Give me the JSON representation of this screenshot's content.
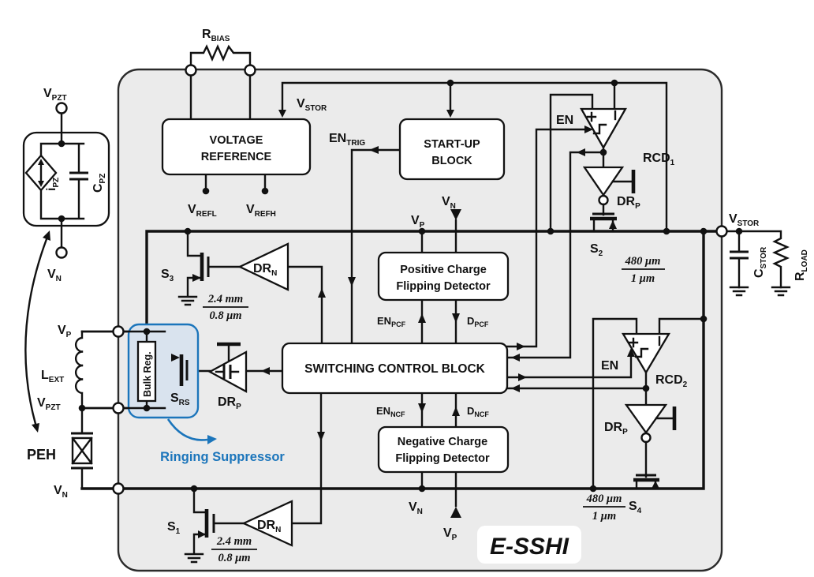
{
  "diagram_title": "E-SSHI",
  "blocks": {
    "voltage_reference": {
      "line1": "VOLTAGE",
      "line2": "REFERENCE"
    },
    "startup_block": {
      "line1": "START-UP",
      "line2": "BLOCK"
    },
    "positive_cfd": {
      "line1": "Positive Charge",
      "line2": "Flipping Detector"
    },
    "switching_control": {
      "label": "SWITCHING CONTROL BLOCK"
    },
    "negative_cfd": {
      "line1": "Negative Charge",
      "line2": "Flipping Detector"
    },
    "bulk_regulator": {
      "label": "Bulk Reg."
    },
    "ringing_suppressor": {
      "label": "Ringing Suppressor"
    }
  },
  "labels": {
    "v_pzt": {
      "main": "V",
      "sub": "PZT"
    },
    "v_n": {
      "main": "V",
      "sub": "N"
    },
    "v_p": {
      "main": "V",
      "sub": "P"
    },
    "i_pz": {
      "main": "i",
      "sub": "PZ"
    },
    "c_pz": {
      "main": "C",
      "sub": "PZ"
    },
    "r_bias": {
      "main": "R",
      "sub": "BIAS"
    },
    "v_refl": {
      "main": "V",
      "sub": "REFL"
    },
    "v_refh": {
      "main": "V",
      "sub": "REFH"
    },
    "v_stor": {
      "main": "V",
      "sub": "STOR"
    },
    "en_trig": {
      "main": "EN",
      "sub": "TRIG"
    },
    "en": {
      "main": "EN",
      "sub": ""
    },
    "rcd1": {
      "main": "RCD",
      "sub": "1"
    },
    "rcd2": {
      "main": "RCD",
      "sub": "2"
    },
    "dr_p": {
      "main": "DR",
      "sub": "P"
    },
    "dr_n": {
      "main": "DR",
      "sub": "N"
    },
    "s1": {
      "main": "S",
      "sub": "1"
    },
    "s2": {
      "main": "S",
      "sub": "2"
    },
    "s3": {
      "main": "S",
      "sub": "3"
    },
    "s4": {
      "main": "S",
      "sub": "4"
    },
    "s_rs": {
      "main": "S",
      "sub": "RS"
    },
    "l_ext": {
      "main": "L",
      "sub": "EXT"
    },
    "peh": {
      "main": "PEH",
      "sub": ""
    },
    "c_stor": {
      "main": "C",
      "sub": "STOR"
    },
    "r_load": {
      "main": "R",
      "sub": "LOAD"
    },
    "en_pcf": {
      "main": "EN",
      "sub": "PCF"
    },
    "d_pcf": {
      "main": "D",
      "sub": "PCF"
    },
    "en_ncf": {
      "main": "EN",
      "sub": "NCF"
    },
    "d_ncf": {
      "main": "D",
      "sub": "NCF"
    }
  },
  "sizes": {
    "s1": {
      "num": "2.4 mm",
      "den": "0.8 μm"
    },
    "s2": {
      "num": "480 μm",
      "den": "1 μm"
    },
    "s3": {
      "num": "2.4 mm",
      "den": "0.8 μm"
    },
    "s4": {
      "num": "480 μm",
      "den": "1 μm"
    }
  },
  "colors": {
    "accent_blue": "#1b75bb",
    "chip_fill": "#ebebeb",
    "wire": "#111111",
    "block_fill": "#ffffff"
  }
}
